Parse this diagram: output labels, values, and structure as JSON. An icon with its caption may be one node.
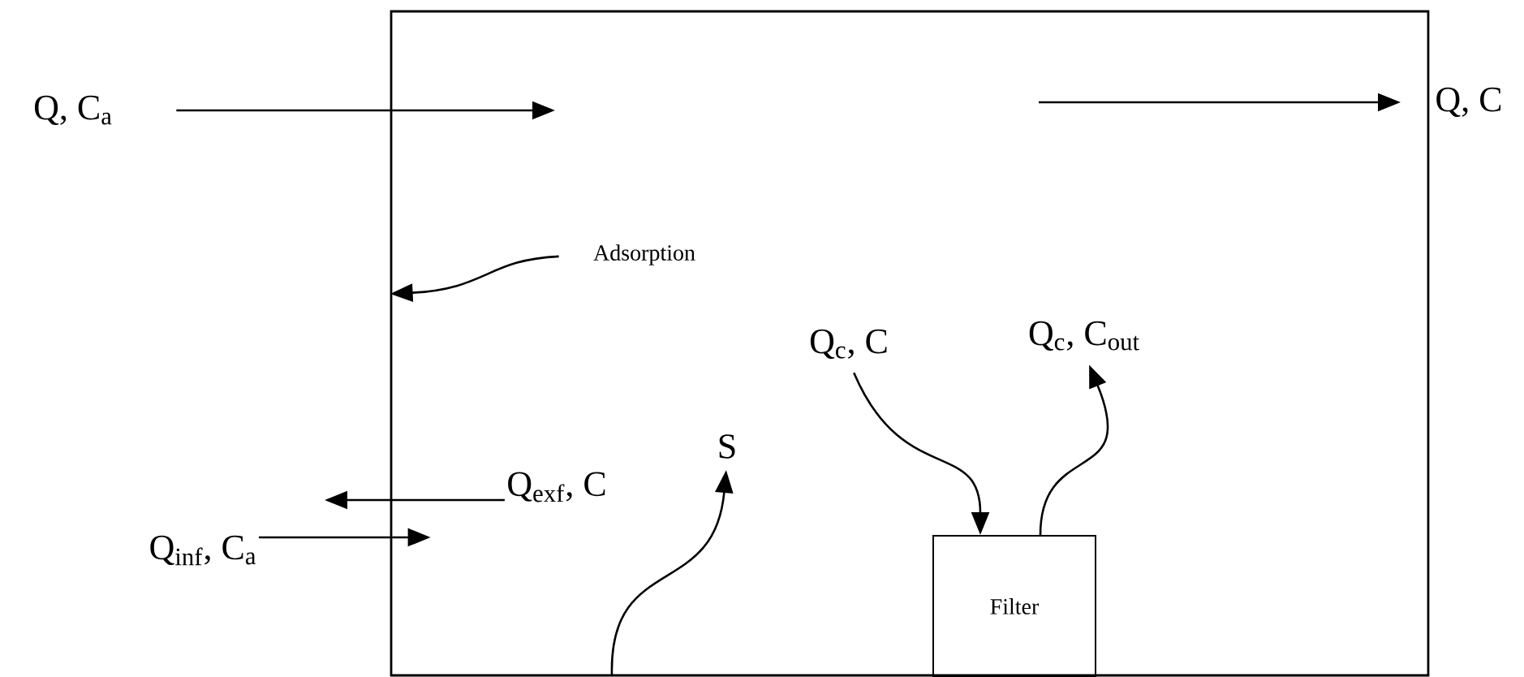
{
  "diagram": {
    "nodes": [
      {
        "text": [],
        "shape": "box"
      },
      {
        "text": [
          "Filter"
        ],
        "in": 0
      },
      {
        "text": [
          "Q, C$_{a}$"
        ]
      },
      {
        "text": [
          "Q, C"
        ]
      },
      {
        "text": [
          "Adsorption"
        ],
        "in": 0
      },
      {
        "text": [
          "Q$_{inf}$, C$_{a}$"
        ]
      },
      {
        "text": [
          "Q$_{exf}$, C"
        ],
        "in": 0
      },
      {
        "text": [
          "S"
        ],
        "in": 0
      },
      {
        "text": [
          "Q$_{c}$, C"
        ],
        "in": 0
      },
      {
        "text": [
          "Q$_{c}$, C$_{out}$"
        ],
        "in": 0
      }
    ],
    "edges": [
      {
        "from": 2,
        "to": null,
        "arrow": "to"
      },
      {
        "from": null,
        "to": 3,
        "arrow": "to"
      },
      {
        "from": 4,
        "to": 0,
        "arrow": "to"
      },
      {
        "from": 5,
        "to": 0,
        "arrow": "to"
      },
      {
        "from": 6,
        "to": null,
        "arrow": "to"
      },
      {
        "from": null,
        "to": 7,
        "arrow": "to"
      },
      {
        "from": 8,
        "to": 1,
        "arrow": "to"
      },
      {
        "from": 1,
        "to": 9,
        "arrow": "to"
      }
    ]
  }
}
